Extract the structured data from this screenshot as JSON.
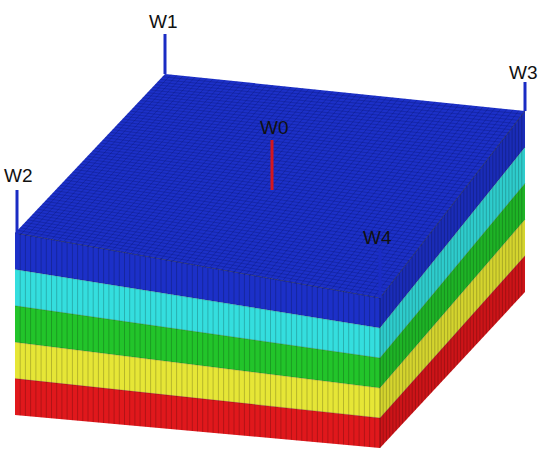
{
  "diagram": {
    "labels": [
      "W1",
      "W3",
      "W0",
      "W2",
      "W4"
    ]
  }
}
